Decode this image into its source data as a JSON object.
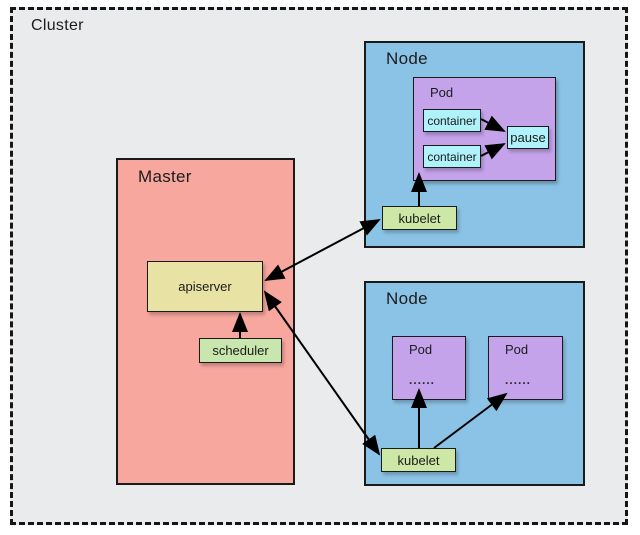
{
  "cluster": {
    "label": "Cluster"
  },
  "master": {
    "label": "Master",
    "apiserver_label": "apiserver",
    "scheduler_label": "scheduler"
  },
  "node_top": {
    "label": "Node",
    "pod": {
      "label": "Pod",
      "container1_label": "container",
      "container2_label": "container",
      "pause_label": "pause"
    },
    "kubelet_label": "kubelet"
  },
  "node_bottom": {
    "label": "Node",
    "pod1": {
      "label": "Pod",
      "dots": "......"
    },
    "pod2": {
      "label": "Pod",
      "dots": "......"
    },
    "kubelet_label": "kubelet"
  },
  "colors": {
    "canvas_bg": "#ffffff",
    "cluster_bg": "#e9ebec",
    "border": "#1a1a1a",
    "master_bg": "#f8a79f",
    "node_bg": "#8bc3e6",
    "pod_bg": "#c4a3ea",
    "apiserver_bg": "#e9e2a5",
    "green_box_bg": "#cde8a6",
    "cyan_box_bg": "#b0f2fa",
    "arrow": "#000000"
  }
}
